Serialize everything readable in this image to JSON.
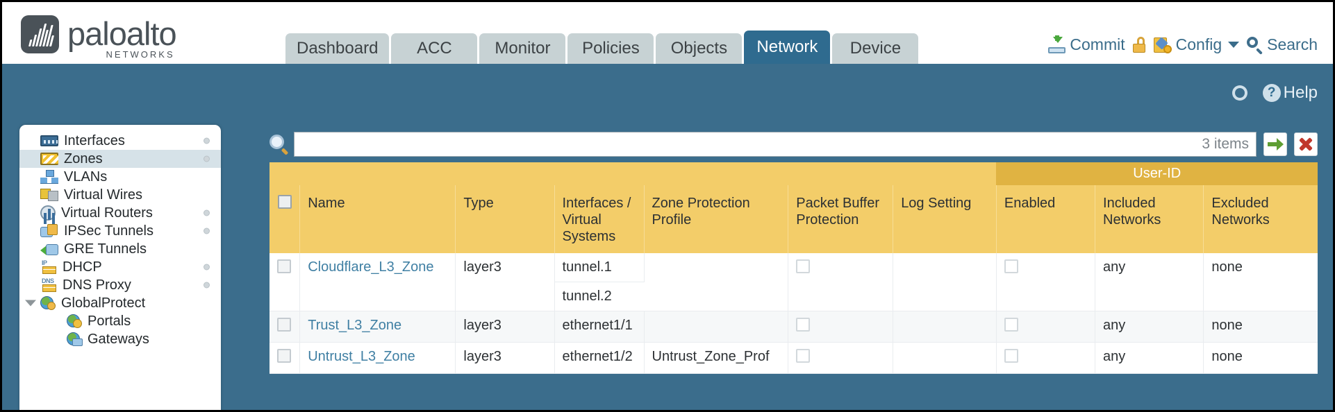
{
  "brand": {
    "name": "paloalto",
    "tagline": "NETWORKS",
    "registered": "®"
  },
  "nav": {
    "tabs": [
      {
        "label": "Dashboard",
        "active": false
      },
      {
        "label": "ACC",
        "active": false
      },
      {
        "label": "Monitor",
        "active": false
      },
      {
        "label": "Policies",
        "active": false
      },
      {
        "label": "Objects",
        "active": false
      },
      {
        "label": "Network",
        "active": true
      },
      {
        "label": "Device",
        "active": false
      }
    ]
  },
  "header_actions": {
    "commit": "Commit",
    "config": "Config",
    "search": "Search",
    "lock_icon": "padlock-icon",
    "commit_icon": "commit-icon",
    "config_icon": "config-icon",
    "search_icon": "search-icon",
    "caret_icon": "chevron-down-icon"
  },
  "band": {
    "refresh_icon": "refresh-icon",
    "help_icon": "help-icon",
    "help": "Help",
    "help_glyph": "?"
  },
  "sidebar": {
    "items": [
      {
        "label": "Interfaces",
        "icon": "interfaces-icon",
        "dot": true,
        "indent": false,
        "selected": false,
        "arrow": false
      },
      {
        "label": "Zones",
        "icon": "zones-icon",
        "dot": true,
        "indent": false,
        "selected": true,
        "arrow": false
      },
      {
        "label": "VLANs",
        "icon": "vlans-icon",
        "dot": false,
        "indent": false,
        "selected": false,
        "arrow": false
      },
      {
        "label": "Virtual Wires",
        "icon": "virtual-wires-icon",
        "dot": false,
        "indent": false,
        "selected": false,
        "arrow": false
      },
      {
        "label": "Virtual Routers",
        "icon": "virtual-routers-icon",
        "dot": true,
        "indent": false,
        "selected": false,
        "arrow": false
      },
      {
        "label": "IPSec Tunnels",
        "icon": "ipsec-tunnels-icon",
        "dot": true,
        "indent": false,
        "selected": false,
        "arrow": false
      },
      {
        "label": "GRE Tunnels",
        "icon": "gre-tunnels-icon",
        "dot": false,
        "indent": false,
        "selected": false,
        "arrow": false
      },
      {
        "label": "DHCP",
        "icon": "dhcp-icon",
        "dot": true,
        "indent": false,
        "selected": false,
        "arrow": false,
        "badge": "IP"
      },
      {
        "label": "DNS Proxy",
        "icon": "dns-proxy-icon",
        "dot": true,
        "indent": false,
        "selected": false,
        "arrow": false,
        "badge": "DNS"
      },
      {
        "label": "GlobalProtect",
        "icon": "globalprotect-icon",
        "dot": false,
        "indent": false,
        "selected": false,
        "arrow": true
      },
      {
        "label": "Portals",
        "icon": "portals-icon",
        "dot": false,
        "indent": true,
        "selected": false,
        "arrow": false
      },
      {
        "label": "Gateways",
        "icon": "gateways-icon",
        "dot": false,
        "indent": true,
        "selected": false,
        "arrow": false
      }
    ]
  },
  "toolbar": {
    "search_placeholder": "",
    "search_value": "",
    "items_count": "3 items",
    "go_label": "apply-filter",
    "clear_label": "clear-filter"
  },
  "table": {
    "group_header": "User-ID",
    "columns": [
      "Name",
      "Type",
      "Interfaces / Virtual Systems",
      "Zone Protection Profile",
      "Packet Buffer Protection",
      "Log Setting",
      "Enabled",
      "Included Networks",
      "Excluded Networks"
    ],
    "rows": [
      {
        "name": "Cloudflare_L3_Zone",
        "type": "layer3",
        "interfaces": [
          "tunnel.1",
          "tunnel.2"
        ],
        "zone_protection_profile": "",
        "packet_buffer_protection": false,
        "log_setting": "",
        "userid_enabled": false,
        "included_networks": "any",
        "excluded_networks": "none"
      },
      {
        "name": "Trust_L3_Zone",
        "type": "layer3",
        "interfaces": [
          "ethernet1/1"
        ],
        "zone_protection_profile": "",
        "packet_buffer_protection": false,
        "log_setting": "",
        "userid_enabled": false,
        "included_networks": "any",
        "excluded_networks": "none"
      },
      {
        "name": "Untrust_L3_Zone",
        "type": "layer3",
        "interfaces": [
          "ethernet1/2"
        ],
        "zone_protection_profile": "Untrust_Zone_Prof",
        "packet_buffer_protection": false,
        "log_setting": "",
        "userid_enabled": false,
        "included_networks": "any",
        "excluded_networks": "none"
      }
    ]
  },
  "colors": {
    "brand_blue": "#3b6d8c",
    "tab_active": "#2f6b8f",
    "tab_inactive": "#c7d2d4",
    "header_gold": "#f3cd69",
    "group_gold": "#e0b342",
    "link": "#3f7fa3"
  }
}
